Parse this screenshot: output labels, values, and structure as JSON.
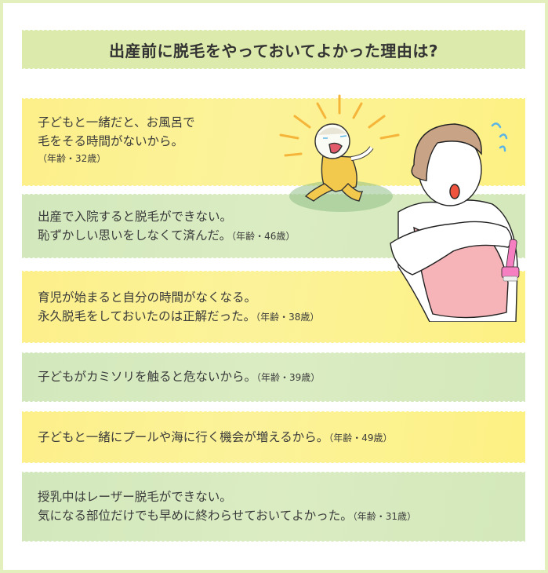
{
  "title": "出産前に脱毛をやっておいてよかった理由は?",
  "colors": {
    "frame": "#e3efbd",
    "title_band": "#dcebac",
    "panel_yellow": "#fdf08a",
    "panel_green": "#d2e8bc",
    "text": "#3b3b3b",
    "ray_orange": "#f7b733",
    "camisole_pink": "#f6b3b8",
    "razor_pink": "#f57fc0",
    "sweat_blue": "#5ab4e6"
  },
  "reasons": [
    {
      "color": "yellow",
      "lines": [
        "子どもと一緒だと、お風呂で",
        "毛をそる時間がないから。"
      ],
      "age": "（年齢・32歳）"
    },
    {
      "color": "green",
      "lines": [
        "出産で入院すると脱毛ができない。",
        "恥ずかしい思いをしなくて済んだ。"
      ],
      "age": "（年齢・46歳）"
    },
    {
      "color": "yellow",
      "lines": [
        "育児が始まると自分の時間がなくなる。",
        "永久脱毛をしておいたのは正解だった。"
      ],
      "age": "（年齢・38歳）"
    },
    {
      "color": "green",
      "lines": [
        "子どもがカミソリを触ると危ないから。"
      ],
      "age": "（年齢・39歳）"
    },
    {
      "color": "yellow",
      "lines": [
        "子どもと一緒にプールや海に行く機会が増えるから。"
      ],
      "age": "（年齢・49歳）"
    },
    {
      "color": "green",
      "lines": [
        "授乳中はレーザー脱毛ができない。",
        "気になる部位だけでも早めに終わらせておいてよかった。"
      ],
      "age": "（年齢・31歳）"
    }
  ],
  "illustrations": {
    "baby": "crying-baby-illustration",
    "woman": "woman-shaving-arm-illustration"
  }
}
